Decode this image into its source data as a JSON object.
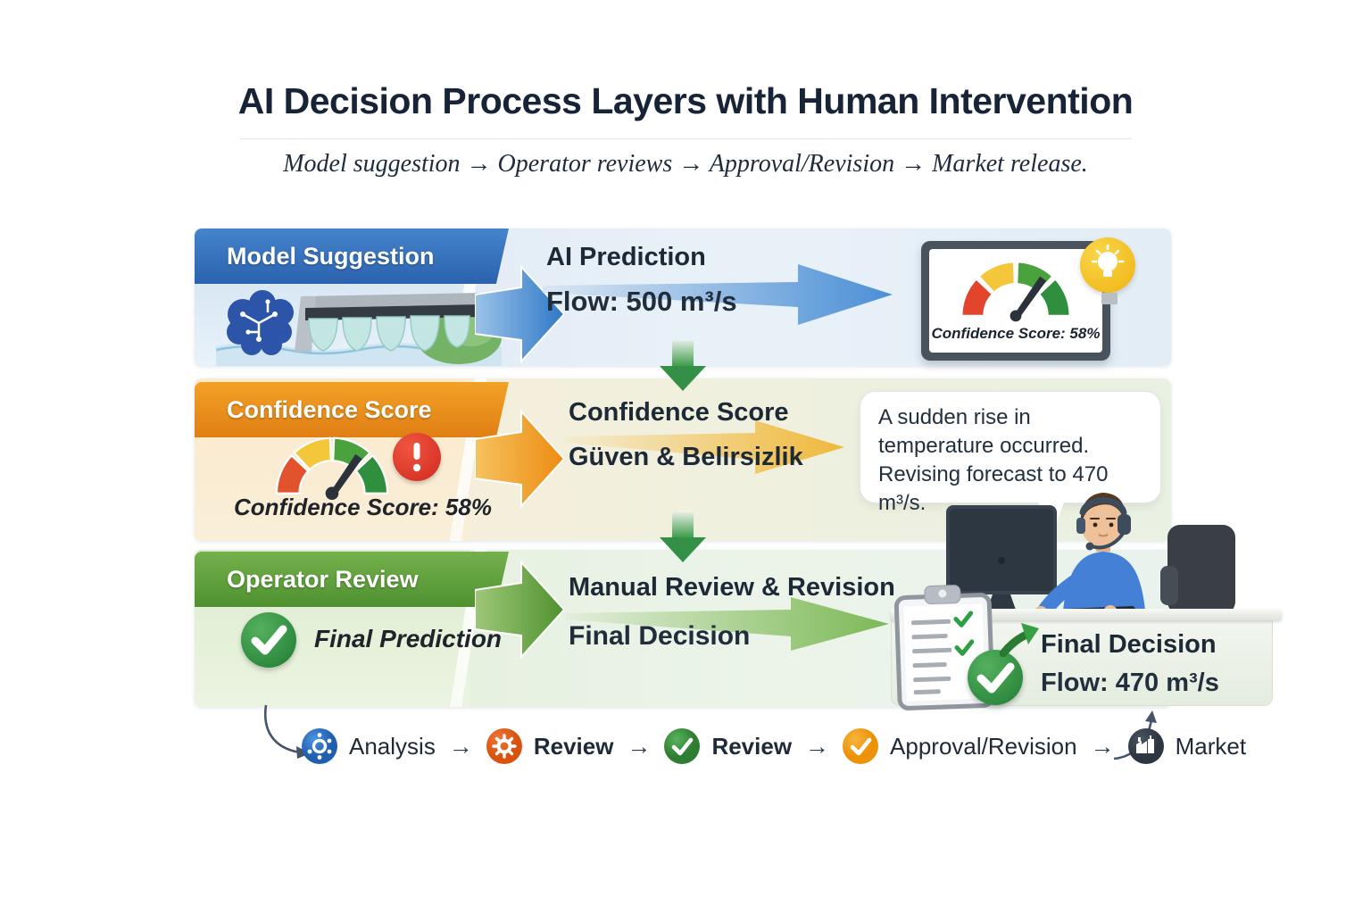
{
  "title": "AI Decision Process Layers with Human Intervention",
  "subtitle": "Model suggestion → Operator reviews → Approval/Revision → Market release.",
  "layers": {
    "model_suggestion": {
      "label": "Model Suggestion",
      "heading": "AI Prediction",
      "value": "Flow: 500 m³/s",
      "monitor_caption": "Confidence Score: 58%"
    },
    "confidence_score": {
      "label": "Confidence Score",
      "gauge_caption": "Confidence Score: 58%",
      "heading": "Confidence Score",
      "subheading": "Güven & Belirsizlik",
      "speech_bubble": "A sudden rise in temperature occurred. Revising forecast to 470 m³/s."
    },
    "operator_review": {
      "label": "Operator Review",
      "check_caption": "Final Prediction",
      "heading": "Manual Review & Revision",
      "subheading": "Final Decision",
      "result_title": "Final Decision",
      "result_value": "Flow: 470 m³/s"
    }
  },
  "bottom_flow": {
    "separator": "→",
    "steps": [
      {
        "label": "Analysis",
        "icon": "gear-network-icon",
        "color": "#2e75c6"
      },
      {
        "label": "Review",
        "icon": "gear-icon",
        "color": "#e2601a"
      },
      {
        "label": "Review",
        "icon": "check-icon",
        "color": "#3f9d44"
      },
      {
        "label": "Approval/Revision",
        "icon": "check-icon",
        "color": "#f09c16"
      },
      {
        "label": "Market",
        "icon": "factory-icon",
        "color": "#39424e"
      }
    ]
  },
  "colors": {
    "accent_blue": "#2e78c8",
    "accent_orange": "#ee9118",
    "accent_green": "#5a9e33",
    "gauge_red": "#e2442c",
    "gauge_yellow": "#f4c63a",
    "gauge_green": "#4aa23c",
    "gauge_dark_green": "#2f8f3f",
    "alert_red": "#e23a28",
    "bulb_yellow": "#f2c21f",
    "title_navy": "#172437"
  }
}
